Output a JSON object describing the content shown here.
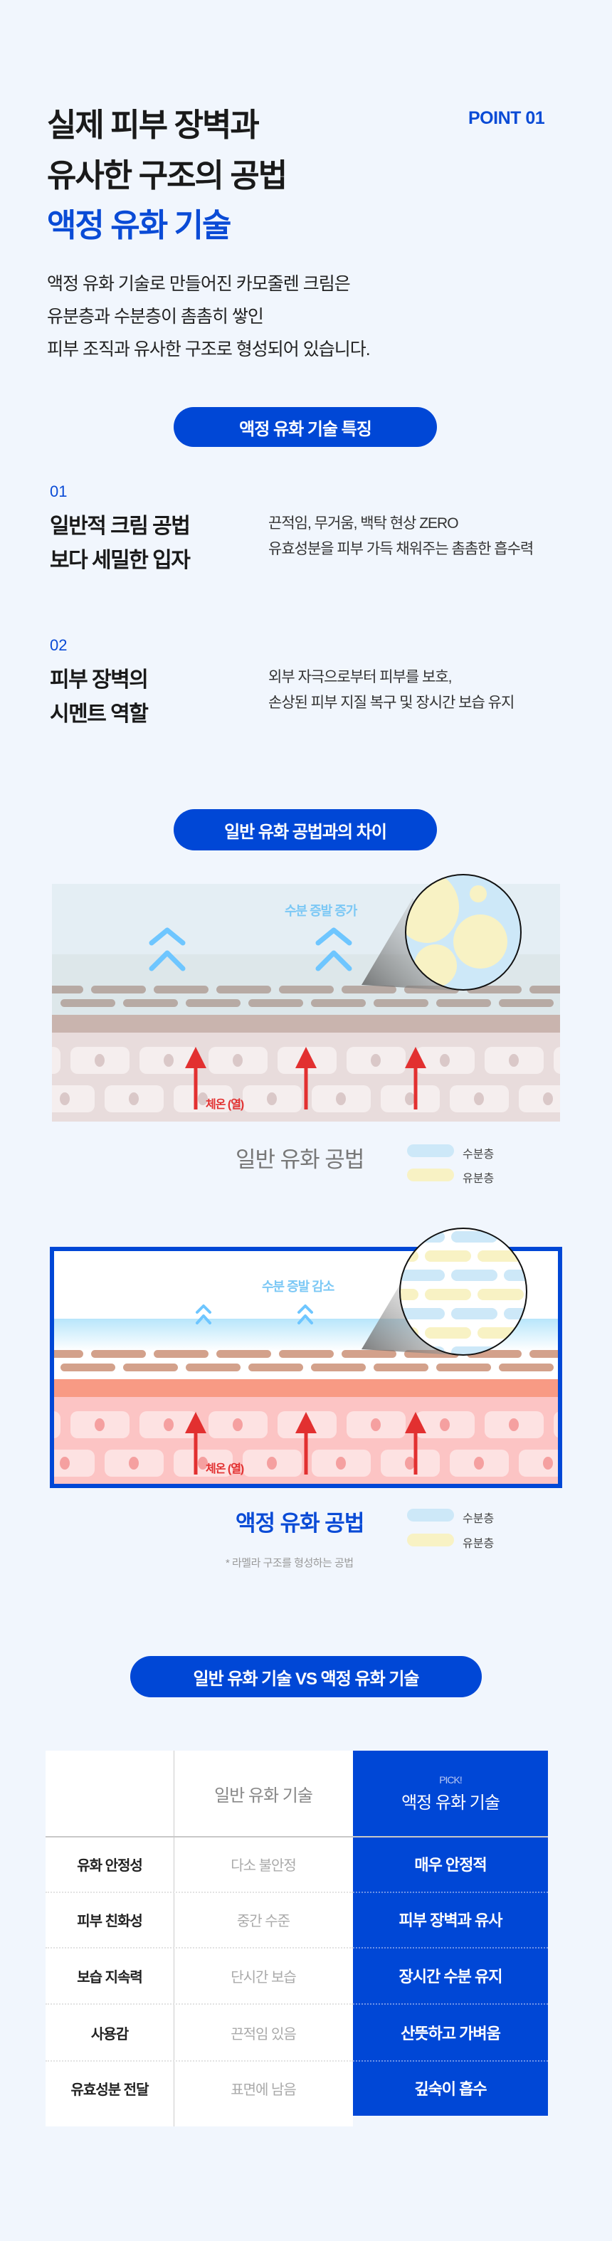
{
  "header": {
    "title_lines": [
      "실제 피부 장벽과",
      "유사한 구조의 공법"
    ],
    "title_highlight": "액정 유화 기술",
    "point_label": "POINT 01",
    "description_lines": [
      "액정 유화 기술로 만들어진 카모줄렌 크림은",
      "유분층과 수분층이 촘촘히 쌓인",
      "피부 조직과 유사한 구조로 형성되어 있습니다."
    ]
  },
  "features": {
    "pill_label": "액정 유화 기술 특징",
    "items": [
      {
        "number": "01",
        "heading": [
          "일반적 크림 공법",
          "보다 세밀한 입자"
        ],
        "desc": [
          "끈적임, 무거움, 백탁 현상 ZERO",
          "유효성분을 피부 가득 채워주는 촘촘한 흡수력"
        ]
      },
      {
        "number": "02",
        "heading": [
          "피부 장벽의",
          "시멘트 역할"
        ],
        "desc": [
          "외부 자극으로부터 피부를 보호,",
          "손상된 피부 지질 복구 및 장시간 보습 유지"
        ]
      }
    ]
  },
  "comparison": {
    "pill_label": "일반 유화 공법과의 차이",
    "general": {
      "evaporation_label": "수분 증발 증가",
      "heat_label": "체온 (열)",
      "caption": "일반 유화 공법"
    },
    "liquid": {
      "evaporation_label": "수분 증발 감소",
      "heat_label": "체온 (열)",
      "caption": "액정 유화 공법",
      "note": "* 라멜라 구조를 형성하는 공법"
    },
    "legend": [
      {
        "label": "수분층",
        "color": "#cde8f8"
      },
      {
        "label": "유분층",
        "color": "#f8f2c4"
      }
    ]
  },
  "table": {
    "pill_label": "일반 유화 기술 VS 액정 유화 기술",
    "col_general": "일반 유화 기술",
    "pick_badge": "PICK!",
    "col_liquid": "액정 유화 기술",
    "rows": [
      {
        "label": "유화 안정성",
        "general": "다소 불안정",
        "liquid": "매우 안정적"
      },
      {
        "label": "피부 친화성",
        "general": "중간 수준",
        "liquid": "피부 장벽과 유사"
      },
      {
        "label": "보습 지속력",
        "general": "단시간 보습",
        "liquid": "장시간 수분 유지"
      },
      {
        "label": "사용감",
        "general": "끈적임 있음",
        "liquid": "산뜻하고 가벼움"
      },
      {
        "label": "유효성분 전달",
        "general": "표면에 남음",
        "liquid": "깊숙이 흡수"
      }
    ]
  },
  "colors": {
    "brand": "#0047d6",
    "heat": "#e23030",
    "evaporation": "#7cc8f5"
  }
}
